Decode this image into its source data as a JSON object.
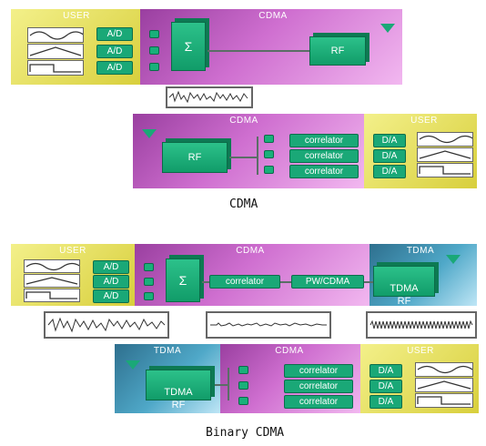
{
  "diagram1": {
    "tx": {
      "user_label": "USER",
      "cdma_label": "CDMA",
      "ad_labels": [
        "A/D",
        "A/D",
        "A/D"
      ],
      "sum_symbol": "Σ",
      "rf_label": "RF"
    },
    "rx": {
      "cdma_label": "CDMA",
      "user_label": "USER",
      "rf_label": "RF",
      "correlator_labels": [
        "correlator",
        "correlator",
        "correlator"
      ],
      "da_labels": [
        "D/A",
        "D/A",
        "D/A"
      ]
    },
    "caption": "CDMA"
  },
  "diagram2": {
    "tx": {
      "user_label": "USER",
      "cdma_label": "CDMA",
      "tdma_label": "TDMA",
      "ad_labels": [
        "A/D",
        "A/D",
        "A/D"
      ],
      "sum_symbol": "Σ",
      "correlator_label": "correlator",
      "pwcdma_label": "PW/CDMA",
      "tdma_rf_label": "TDMA\nRF"
    },
    "rx": {
      "tdma_label": "TDMA",
      "cdma_label": "CDMA",
      "user_label": "USER",
      "tdma_rf_label": "TDMA\nRF",
      "correlator_labels": [
        "correlator",
        "correlator",
        "correlator"
      ],
      "da_labels": [
        "D/A",
        "D/A",
        "D/A"
      ]
    },
    "caption": "Binary CDMA"
  },
  "colors": {
    "user_panel": "#e8e25c",
    "cdma_panel": "#c35fc7",
    "tdma_panel": "#4fa8c8",
    "block": "#1aa877"
  }
}
